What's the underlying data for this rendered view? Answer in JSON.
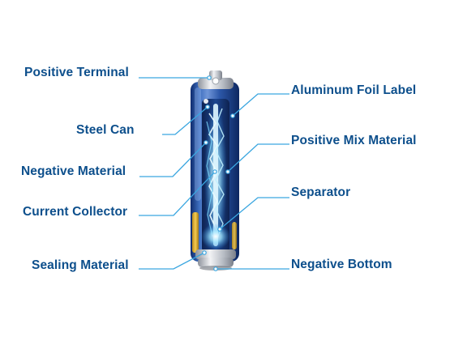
{
  "colors": {
    "label_text": "#0d4f8c",
    "leader_line": "#3aa6e0",
    "can_dark": "#1b3f8f",
    "can_mid": "#3e6fc0",
    "glow": "#7fdcff",
    "foil_gold": "#e8b634",
    "metal": "#c9ccd2"
  },
  "labels": {
    "positive_terminal": "Positive Terminal",
    "steel_can": "Steel Can",
    "negative_material": "Negative Material",
    "current_collector": "Current Collector",
    "sealing_material": "Sealing Material",
    "aluminum_foil_label": "Aluminum Foil Label",
    "positive_mix_material": "Positive Mix Material",
    "separator": "Separator",
    "negative_bottom": "Negative Bottom"
  }
}
